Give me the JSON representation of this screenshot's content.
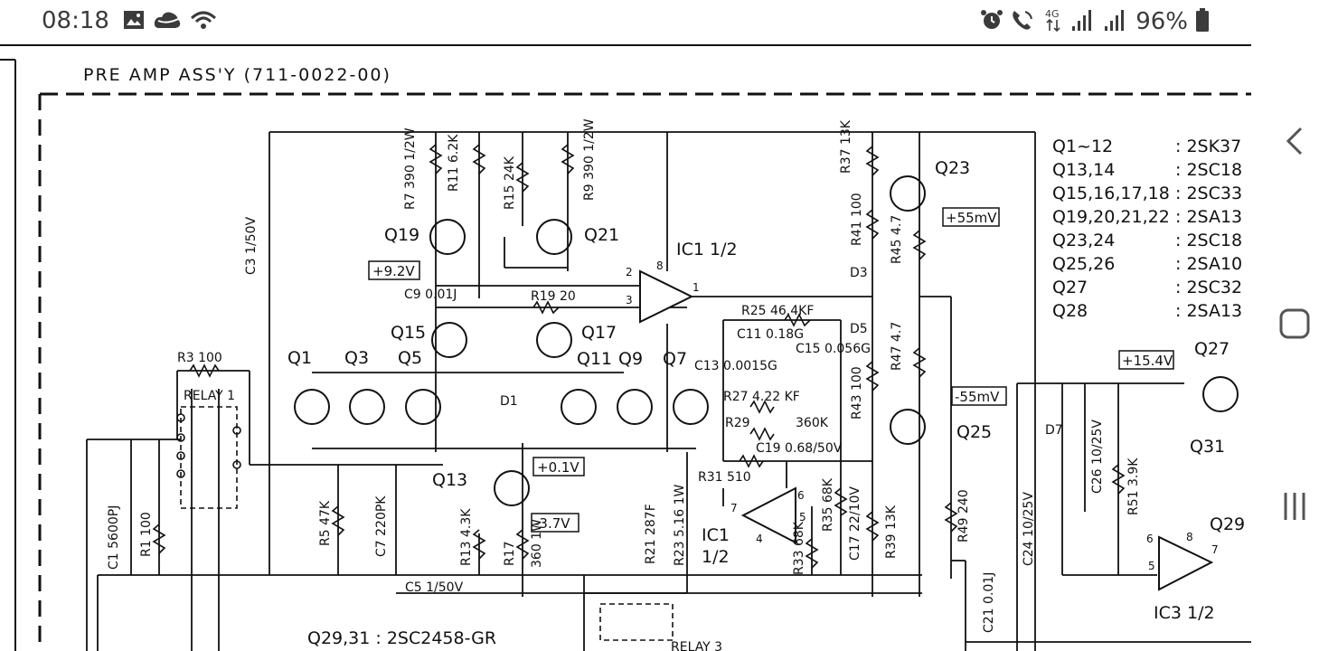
{
  "status_bar": {
    "time": "08:18",
    "battery": "96%",
    "icons": [
      "gallery-icon",
      "cloud-icon",
      "wifi-call-icon",
      "alarm-icon",
      "volte-call-icon",
      "4g-data-icon",
      "signal-icon",
      "signal-icon",
      "battery-icon"
    ]
  },
  "nav_bar": {
    "back": "chevron-left-icon",
    "home": "rounded-square-icon",
    "recents": "three-lines-icon"
  },
  "schematic": {
    "title": "PRE AMP ASS'Y  (711-0022-00)",
    "transistors": [
      "Q19",
      "Q21",
      "Q15",
      "Q17",
      "Q1",
      "Q3",
      "Q5",
      "Q11",
      "Q9",
      "Q7",
      "Q13",
      "Q23",
      "Q25",
      "Q27",
      "Q31",
      "Q29"
    ],
    "ic_labels": [
      "IC1 1/2",
      "IC1",
      "1/2",
      "IC3 1/2"
    ],
    "relays": [
      "RELAY 1",
      "RELAY 3"
    ],
    "resistors": [
      "R7 390 1/2W",
      "R11 6.2K",
      "R15 24K",
      "R9 390 1/2W",
      "R3 100",
      "R19 20",
      "R25 46.4KF",
      "R27 4.22 KF",
      "R29",
      "360K",
      "R31 510",
      "R35 68K",
      "R33 68K",
      "R37 13K",
      "R41 100",
      "R45 4.7",
      "R47 4.7",
      "R43 100",
      "R39 13K",
      "R49 240",
      "R51 3.9K",
      "R5 47K",
      "R1 100",
      "R13 4.3K",
      "R17",
      "360 1W",
      "R21 287F",
      "R23 5.16 1W"
    ],
    "capacitors": [
      "C3 1/50V",
      "C9 0.01J",
      "C11 0.18G",
      "C13 0.0015G",
      "C15 0.056G",
      "C19 0.68/50V",
      "C17 22/10V",
      "C21 0.01J",
      "C24 10/25V",
      "C26 10/25V",
      "C7 220PK",
      "C1 5600PJ",
      "C5 1/50V"
    ],
    "diodes": [
      "D1",
      "D3",
      "D5",
      "D7"
    ],
    "voltages": [
      "+9.2V",
      "+0.1V",
      "-3.7V",
      "+55mV",
      "-55mV",
      "+15.4V"
    ],
    "pin_numbers": [
      "2",
      "3",
      "8",
      "1",
      "6",
      "5",
      "7",
      "4",
      "6",
      "5",
      "8",
      "7"
    ],
    "parts_list": [
      {
        "ref": "Q1~12",
        "part": ": 2SK37"
      },
      {
        "ref": "Q13,14",
        "part": ": 2SC18"
      },
      {
        "ref": "Q15,16,17,18",
        "part": ": 2SC33"
      },
      {
        "ref": "Q19,20,21,22",
        "part": ": 2SA13"
      },
      {
        "ref": "Q23,24",
        "part": ": 2SC18"
      },
      {
        "ref": "Q25,26",
        "part": ": 2SA10"
      },
      {
        "ref": "Q27",
        "part": ": 2SC32"
      },
      {
        "ref": "Q28",
        "part": ": 2SA13"
      }
    ],
    "footnote": "Q29,31  : 2SC2458-GR"
  }
}
